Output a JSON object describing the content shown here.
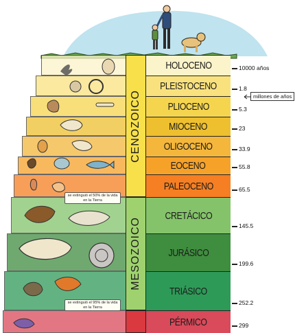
{
  "eras": [
    {
      "id": "cenozoico",
      "label": "CENOZOICO",
      "color": "#f7e04a"
    },
    {
      "id": "mesozoico",
      "label": "MESOZOICO",
      "color": "#9fd26f"
    },
    {
      "id": "paleozoico",
      "label": "",
      "color": "#d9393f"
    }
  ],
  "epochs": [
    {
      "label": "HOLOCENO",
      "color": "#fbf3c9"
    },
    {
      "label": "PLEISTOCENO",
      "color": "#f9e27e"
    },
    {
      "label": "PLIOCENO",
      "color": "#f6d54e"
    },
    {
      "label": "MIOCENO",
      "color": "#eec02f"
    },
    {
      "label": "OLIGOCENO",
      "color": "#f4b63b"
    },
    {
      "label": "EOCENO",
      "color": "#f6a229"
    },
    {
      "label": "PALEOCENO",
      "color": "#f57f22"
    },
    {
      "label": "CRETÁCICO",
      "color": "#84c36a"
    },
    {
      "label": "JURÁSICO",
      "color": "#3f8d3f"
    },
    {
      "label": "TRIÁSICO",
      "color": "#2e9a57"
    },
    {
      "label": "PÉRMICO",
      "color": "#d94a5a"
    }
  ],
  "ages": [
    {
      "label": "10000 años"
    },
    {
      "label": "1.8"
    },
    {
      "label": "5.3"
    },
    {
      "label": "23"
    },
    {
      "label": "33.9"
    },
    {
      "label": "55.8"
    },
    {
      "label": "65.5"
    },
    {
      "label": "145.5"
    },
    {
      "label": "199.6"
    },
    {
      "label": "252.2"
    },
    {
      "label": "299"
    }
  ],
  "callout": {
    "label": "millones de años"
  },
  "notes": [
    {
      "text": "se extinguió el 50% de la vida en la Tierra"
    },
    {
      "text": "se extinguió el 95% de la vida en la Tierra"
    }
  ],
  "colors": {
    "sky": "#bfe3ef",
    "grass": "#6aa84f",
    "outline": "#222222"
  },
  "icons": [
    "person-icon",
    "child-icon",
    "dog-icon",
    "fossil-icons"
  ]
}
